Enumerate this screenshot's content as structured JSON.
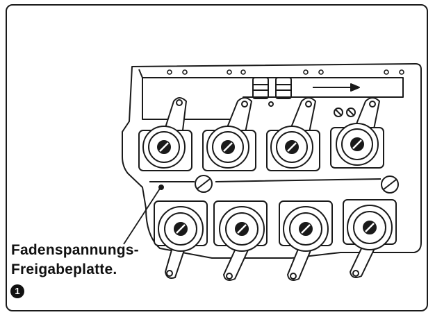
{
  "label": {
    "line1": "Fadenspannungs-",
    "line2": "Freigabeplatte.",
    "badge": "1"
  },
  "colors": {
    "ink": "#1a1a1a",
    "paper": "#ffffff"
  }
}
